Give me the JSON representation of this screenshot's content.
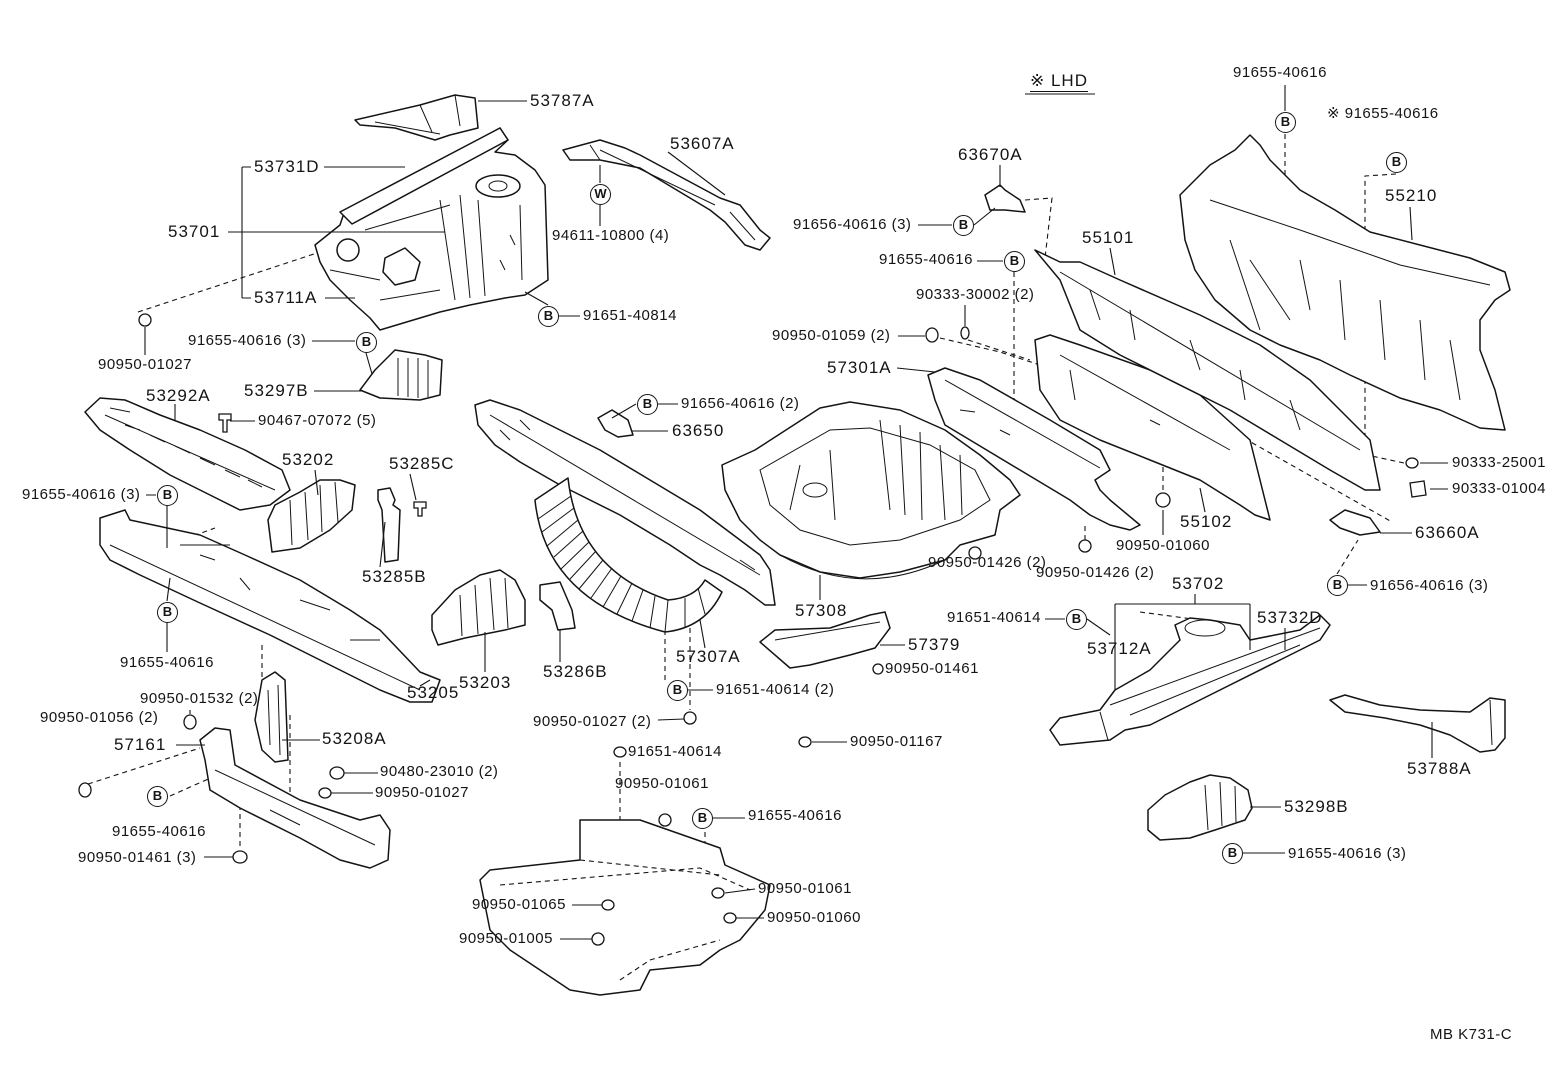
{
  "note": {
    "lhd": "※ LHD"
  },
  "footer": {
    "code": "MB  K731-C"
  },
  "markers": {
    "b": "B",
    "w": "W"
  },
  "callouts": [
    "53787A",
    "53731D",
    "53607A",
    "53701",
    "94611-10800 (4)",
    "53711A",
    "91651-40814",
    "90950-01027",
    "91655-40616 (3)",
    "53297B",
    "53292A",
    "90467-07072 (5)",
    "53202",
    "53285C",
    "91655-40616 (3)",
    "53285B",
    "91655-40616",
    "53205",
    "53203",
    "90950-01532 (2)",
    "90950-01056 (2)",
    "57161",
    "53208A",
    "90480-23010 (2)",
    "90950-01027",
    "91655-40616",
    "90950-01461 (3)",
    "91656-40616 (2)",
    "63650",
    "53286B",
    "57307A",
    "91651-40614 (2)",
    "90950-01027 (2)",
    "91651-40614",
    "90950-01061",
    "91655-40616",
    "90950-01061",
    "90950-01060",
    "90950-01065",
    "90950-01005",
    "57308",
    "57379",
    "90950-01461",
    "90950-01167",
    "91655-40616",
    "※ 91655-40616",
    "63670A",
    "91656-40616 (3)",
    "55210",
    "55101",
    "91655-40616",
    "90333-30002 (2)",
    "90950-01059 (2)",
    "57301A",
    "90333-25001",
    "90333-01004",
    "55102",
    "90950-01060",
    "63660A",
    "91656-40616 (3)",
    "90950-01426 (2)",
    "90950-01426 (2)",
    "53702",
    "91651-40614",
    "53712A",
    "53732D",
    "53788A",
    "53298B",
    "91655-40616 (3)"
  ]
}
